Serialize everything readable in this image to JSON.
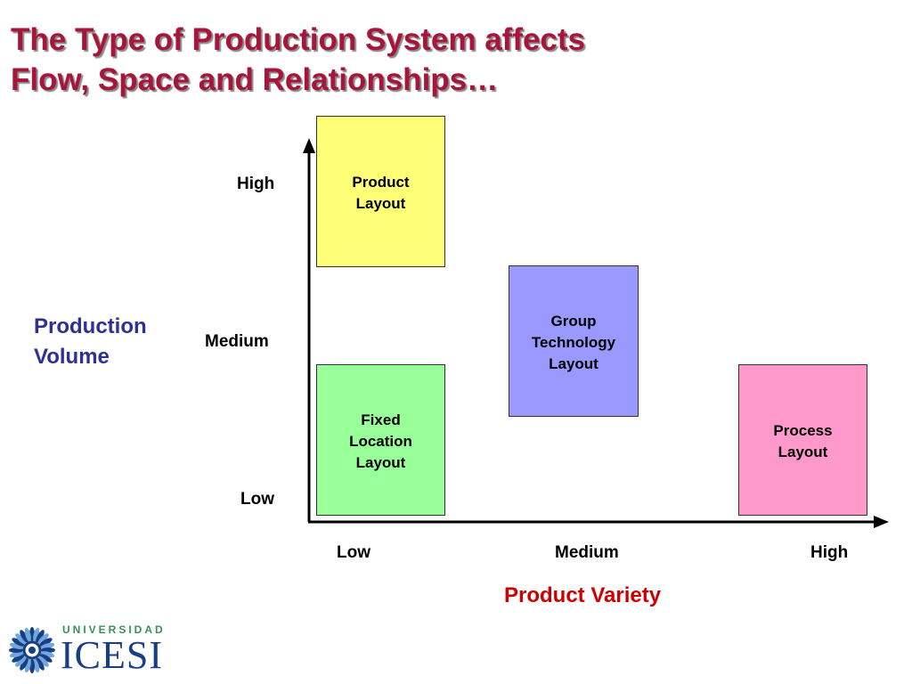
{
  "title": {
    "line1": "The Type of Production System affects",
    "line2": "Flow, Space and Relationships…"
  },
  "y_axis": {
    "title": "Production\nVolume",
    "ticks": [
      "High",
      "Medium",
      "Low"
    ]
  },
  "x_axis": {
    "title": "Product Variety",
    "ticks": [
      "Low",
      "Medium",
      "High"
    ]
  },
  "layouts": [
    {
      "label": "Product\nLayout",
      "variety": "Low",
      "volume": "High",
      "color": "#ffff77"
    },
    {
      "label": "Group\nTechnology\nLayout",
      "variety": "Medium",
      "volume": "Medium",
      "color": "#9999ff"
    },
    {
      "label": "Fixed\nLocation\nLayout",
      "variety": "Low",
      "volume": "Low",
      "color": "#99ff99"
    },
    {
      "label": "Process\nLayout",
      "variety": "High",
      "volume": "Low",
      "color": "#ff99cc"
    }
  ],
  "colors": {
    "title": "#a8153a",
    "y_axis_title": "#2e3192",
    "x_axis_title": "#cc0000"
  },
  "logo": {
    "top_text": "UNIVERSIDAD",
    "main_text": "ICESI"
  }
}
